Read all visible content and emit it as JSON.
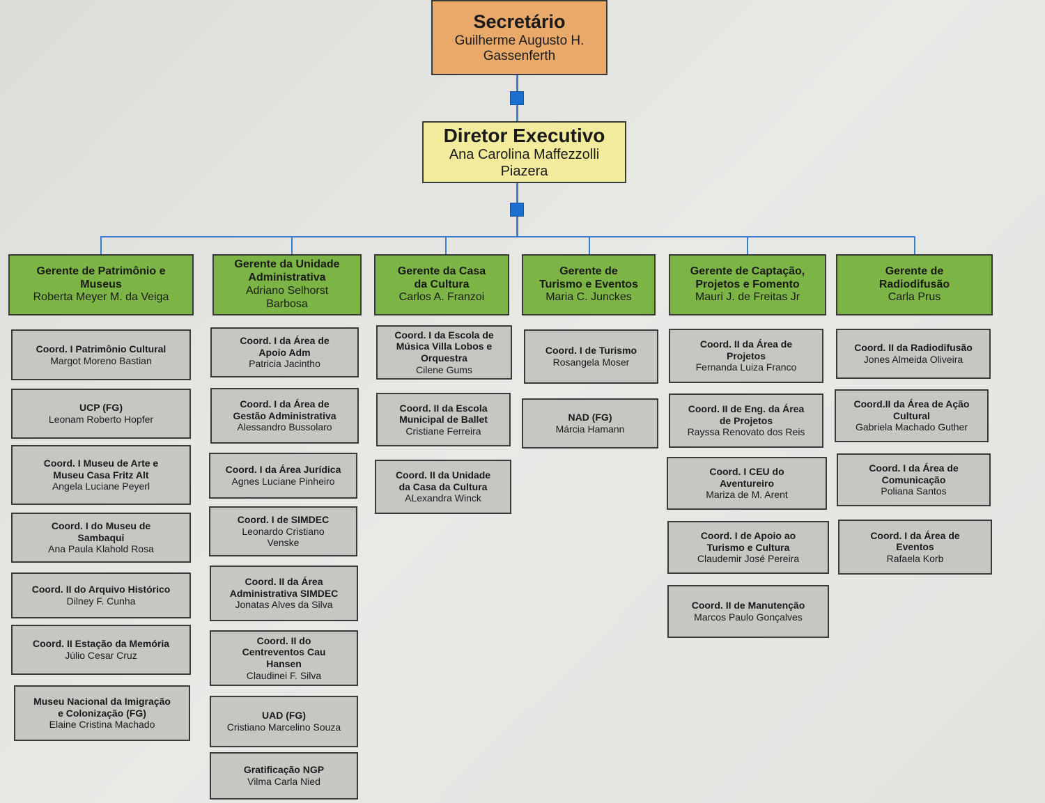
{
  "secretario": {
    "title": "Secretário",
    "name": "Guilherme Augusto H.\nGassenferth"
  },
  "diretor": {
    "title": "Diretor Executivo",
    "name": "Ana Carolina Maffezzolli\nPiazera"
  },
  "colors": {
    "secretario": "#e8a96b",
    "diretor": "#f2eb9c",
    "gerente": "#7cb545",
    "coordenador": "#c6c7c3",
    "connector": "#3d7bd0"
  },
  "columns": [
    {
      "manager": {
        "title": "Gerente de Patrimônio e\nMuseus",
        "name": "Roberta Meyer M. da Veiga"
      },
      "items": [
        {
          "title": "Coord. I Patrimônio Cultural",
          "name": "Margot Moreno Bastian"
        },
        {
          "title": "UCP (FG)",
          "name": "Leonam Roberto Hopfer"
        },
        {
          "title": "Coord. I Museu de Arte e\nMuseu Casa Fritz Alt",
          "name": "Angela Luciane Peyerl"
        },
        {
          "title": "Coord. I do Museu de\nSambaqui",
          "name": "Ana Paula Klahold Rosa"
        },
        {
          "title": "Coord. II do Arquivo Histórico",
          "name": "Dilney F. Cunha"
        },
        {
          "title": "Coord. II Estação da Memória",
          "name": "Júlio Cesar  Cruz"
        },
        {
          "title": "Museu Nacional da Imigração\ne Colonização (FG)",
          "name": "Elaine Cristina Machado"
        }
      ]
    },
    {
      "manager": {
        "title": "Gerente da Unidade\nAdministrativa",
        "name": "Adriano Selhorst\nBarbosa"
      },
      "items": [
        {
          "title": "Coord. I da Área de\nApoio Adm",
          "name": "Patricia Jacintho"
        },
        {
          "title": "Coord. I da Área de\nGestão Administrativa",
          "name": "Alessandro Bussolaro"
        },
        {
          "title": "Coord. I da Área Jurídica",
          "name": "Agnes Luciane Pinheiro"
        },
        {
          "title": "Coord. I de SIMDEC",
          "name": "Leonardo Cristiano\nVenske"
        },
        {
          "title": "Coord. II da Área\nAdministrativa SIMDEC",
          "name": "Jonatas Alves da Silva"
        },
        {
          "title": "Coord. II do\nCentreventos Cau\nHansen",
          "name": "Claudinei F. Silva"
        },
        {
          "title": "UAD (FG)",
          "name": "Cristiano Marcelino Souza"
        },
        {
          "title": "Gratificação NGP",
          "name": "Vilma Carla Nied"
        }
      ]
    },
    {
      "manager": {
        "title": "Gerente da Casa\nda Cultura",
        "name": "Carlos A. Franzoi"
      },
      "items": [
        {
          "title": "Coord. I da Escola de\nMúsica Villa Lobos e\nOrquestra",
          "name": "Cilene Gums"
        },
        {
          "title": "Coord. II da Escola\nMunicipal de Ballet",
          "name": "Cristiane Ferreira"
        },
        {
          "title": "Coord. II da Unidade\nda Casa da Cultura",
          "name": "ALexandra Winck"
        }
      ]
    },
    {
      "manager": {
        "title": "Gerente de\nTurismo e Eventos",
        "name": "Maria C. Junckes"
      },
      "items": [
        {
          "title": "Coord. I de Turismo",
          "name": "Rosangela Moser"
        },
        {
          "title": "NAD (FG)",
          "name": "Márcia Hamann"
        }
      ]
    },
    {
      "manager": {
        "title": "Gerente de Captação,\nProjetos e Fomento",
        "name": "Mauri J. de Freitas Jr"
      },
      "items": [
        {
          "title": "Coord. II da  Área de\nProjetos",
          "name": "Fernanda Luiza Franco"
        },
        {
          "title": "Coord. II de Eng. da Área\nde  Projetos",
          "name": "Rayssa Renovato dos Reis"
        },
        {
          "title": "Coord. I CEU do\nAventureiro",
          "name": "Mariza de M. Arent"
        },
        {
          "title": "Coord. I de Apoio ao\nTurismo e Cultura",
          "name": "Claudemir José Pereira"
        },
        {
          "title": "Coord. II de Manutenção",
          "name": "Marcos Paulo Gonçalves"
        }
      ]
    },
    {
      "manager": {
        "title": "Gerente de\nRadiodifusão",
        "name": "Carla Prus"
      },
      "items": [
        {
          "title": "Coord. II da Radiodifusão",
          "name": "Jones Almeida Oliveira"
        },
        {
          "title": "Coord.II da Área de Ação\nCultural",
          "name": "Gabriela Machado Guther"
        },
        {
          "title": "Coord. I da Área de\nComunicação",
          "name": "Poliana Santos"
        },
        {
          "title": "Coord. I da Área de\nEventos",
          "name": "Rafaela Korb"
        }
      ]
    }
  ]
}
